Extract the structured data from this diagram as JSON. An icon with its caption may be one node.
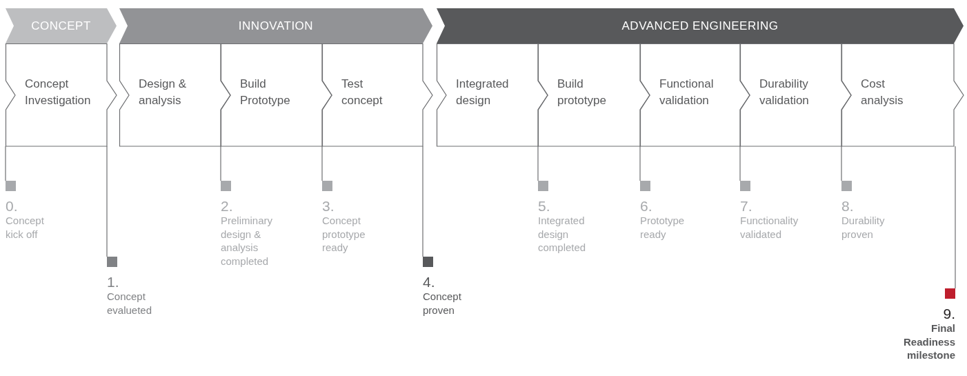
{
  "diagram": {
    "nodes": [
      {
        "text": [
          "CONCEPT"
        ]
      },
      {
        "text": [
          "INNOVATION"
        ]
      },
      {
        "text": [
          "ADVANCED ENGINEERING"
        ]
      },
      {
        "text": [
          "Concept Investigation"
        ]
      },
      {
        "text": [
          "Design & analysis"
        ]
      },
      {
        "text": [
          "Build Prototype"
        ]
      },
      {
        "text": [
          "Test concept"
        ]
      },
      {
        "text": [
          "Integrated design"
        ]
      },
      {
        "text": [
          "Build prototype"
        ]
      },
      {
        "text": [
          "Functional validation"
        ]
      },
      {
        "text": [
          "Durability validation"
        ]
      },
      {
        "text": [
          "Cost analysis"
        ]
      },
      {
        "text": [
          "0.",
          "Concept kick off"
        ]
      },
      {
        "text": [
          "1.",
          "Concept evalueted"
        ]
      },
      {
        "text": [
          "2.",
          "Preliminary design & analysis completed"
        ]
      },
      {
        "text": [
          "3.",
          "Concept prototype ready"
        ]
      },
      {
        "text": [
          "4.",
          "Concept proven"
        ]
      },
      {
        "text": [
          "5.",
          "Integrated design completed"
        ]
      },
      {
        "text": [
          "6.",
          "Prototype ready"
        ]
      },
      {
        "text": [
          "7.",
          "Functionality validated"
        ]
      },
      {
        "text": [
          "8.",
          "Durability proven"
        ]
      },
      {
        "text": [
          "9.",
          "Final Readiness milestone"
        ]
      }
    ],
    "edges": [
      {
        "from": 3,
        "to": 12,
        "arrow": "none"
      },
      {
        "from": 3,
        "to": 13,
        "arrow": "none"
      },
      {
        "from": 4,
        "to": 14,
        "arrow": "none"
      },
      {
        "from": 5,
        "to": 15,
        "arrow": "none"
      },
      {
        "from": 6,
        "to": 16,
        "arrow": "none"
      },
      {
        "from": 7,
        "to": 17,
        "arrow": "none"
      },
      {
        "from": 8,
        "to": 18,
        "arrow": "none"
      },
      {
        "from": 9,
        "to": 19,
        "arrow": "none"
      },
      {
        "from": 10,
        "to": 20,
        "arrow": "none"
      },
      {
        "from": 11,
        "to": 21,
        "arrow": "none"
      }
    ]
  }
}
